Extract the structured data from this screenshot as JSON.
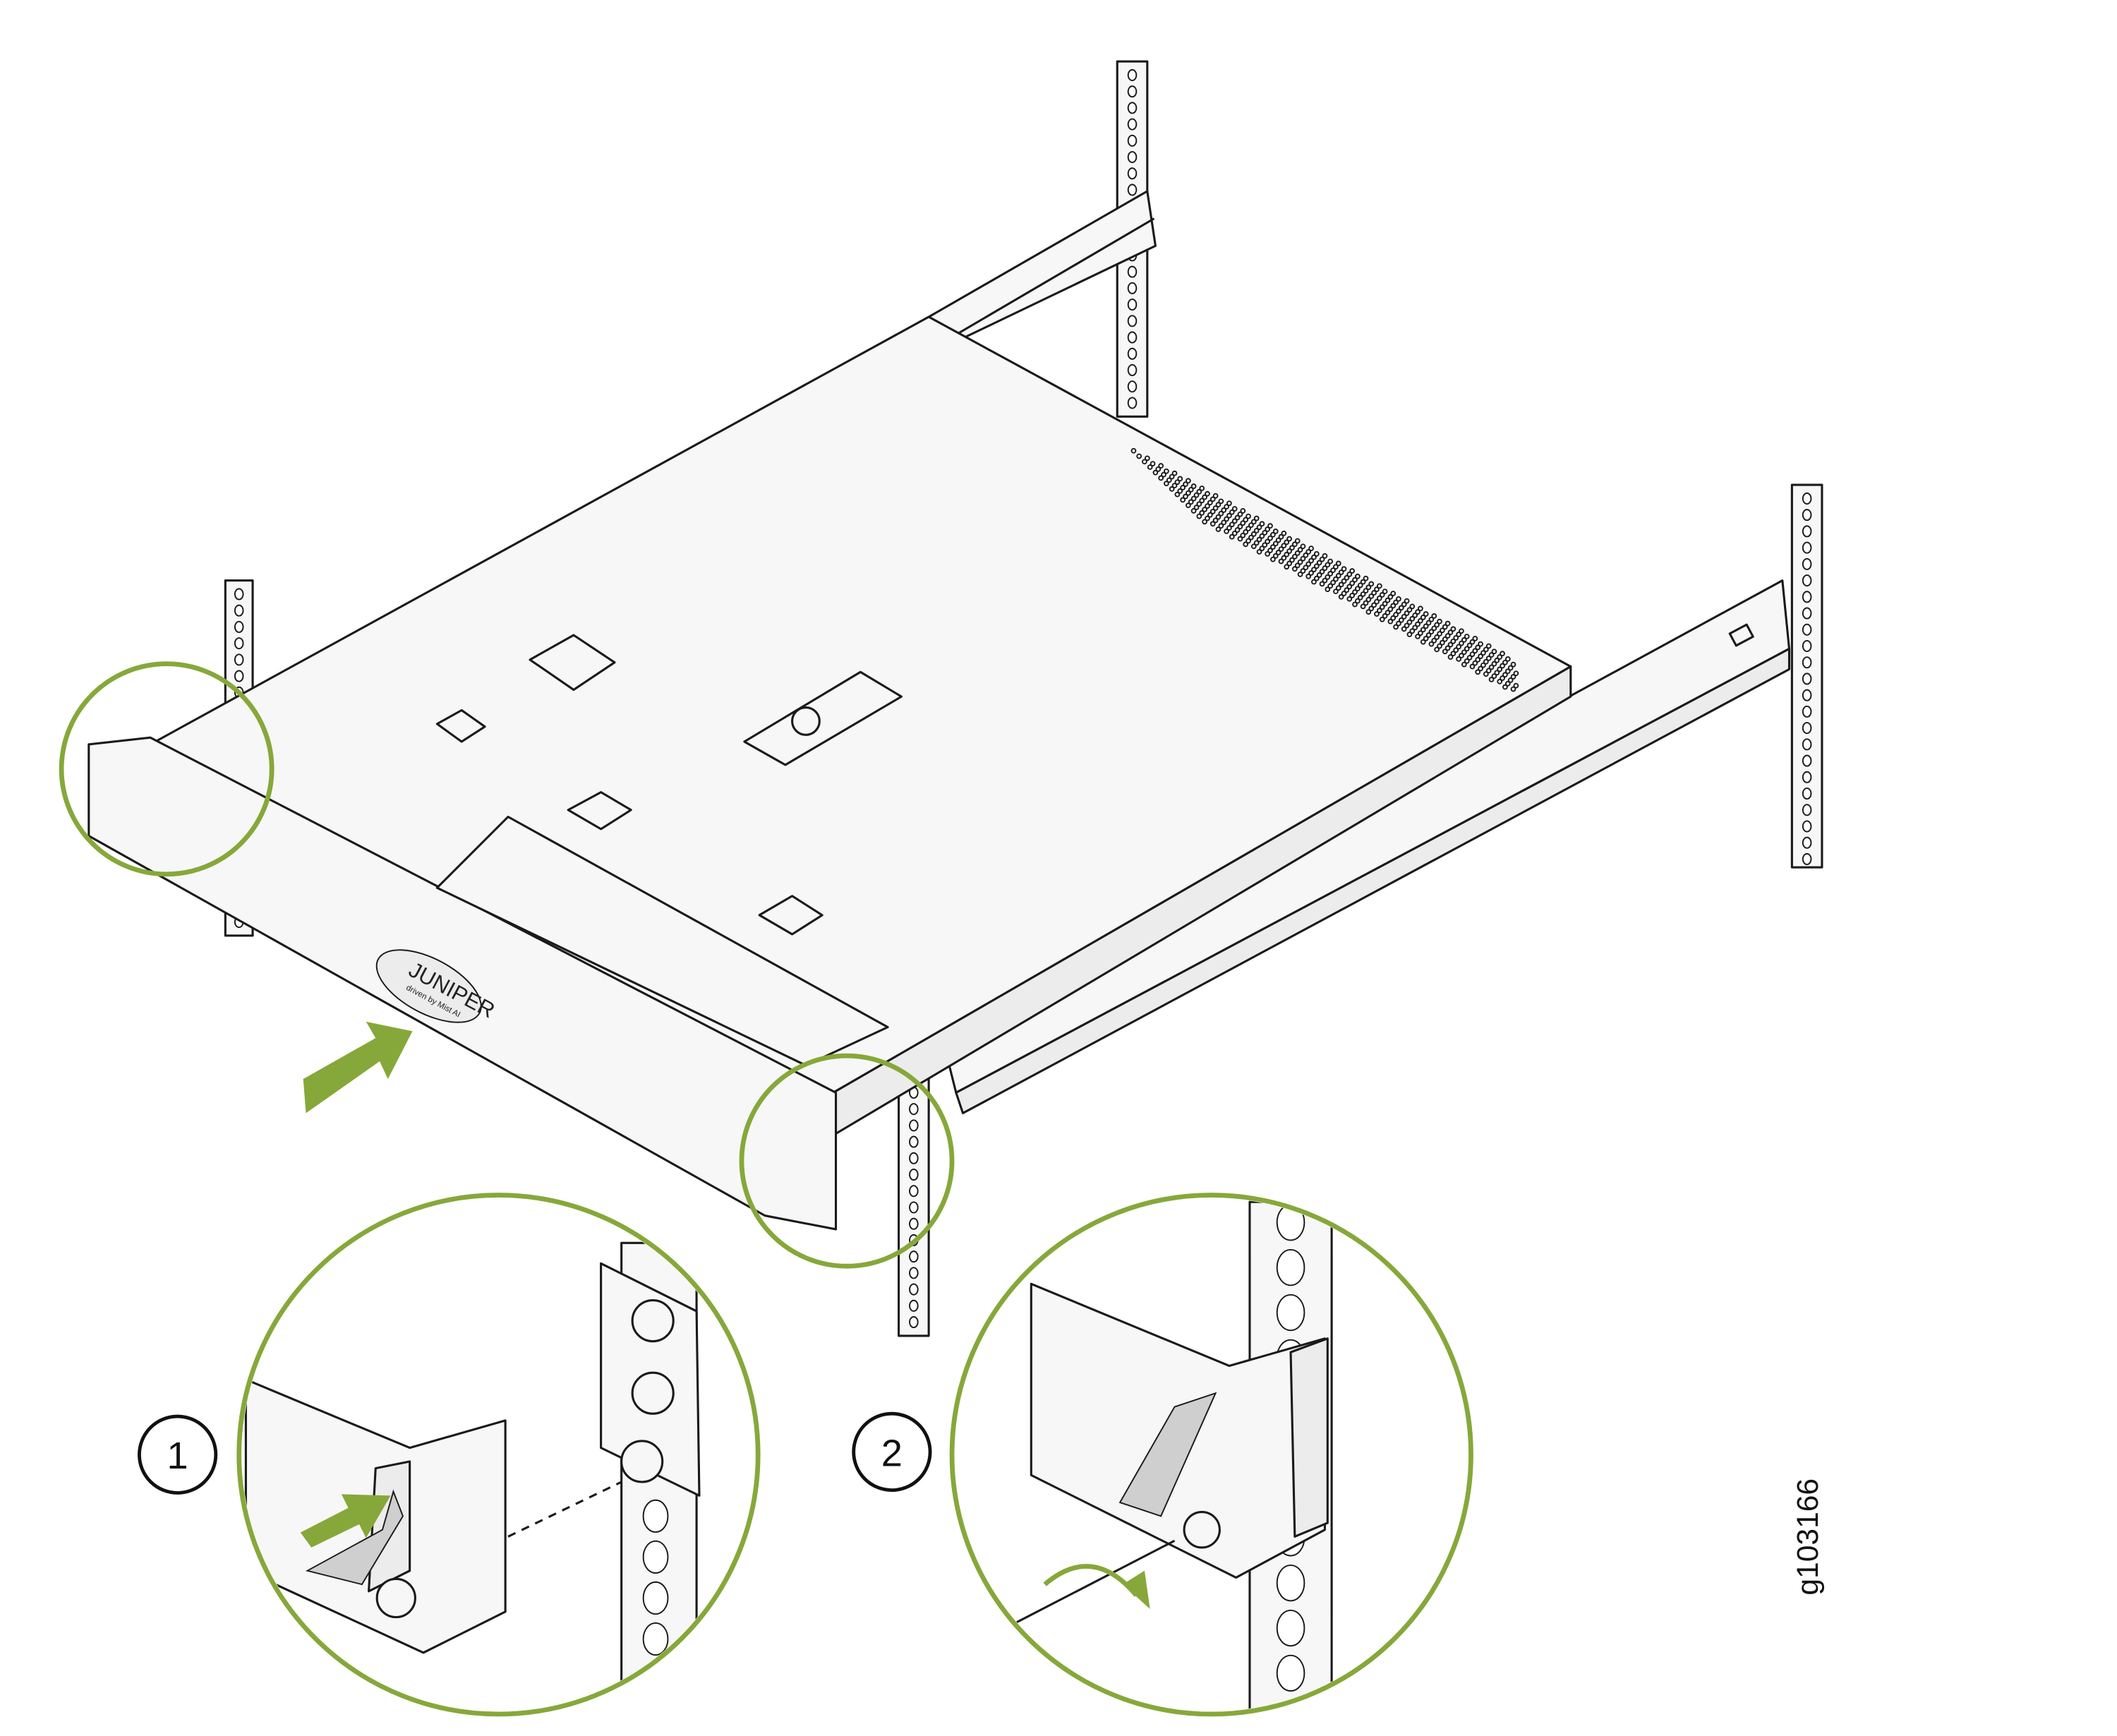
{
  "figure": {
    "figure_id": "g103166",
    "steps": [
      {
        "number": "1"
      },
      {
        "number": "2"
      }
    ],
    "logo": {
      "brand": "JUNIPER",
      "tagline": "driven by Mist AI"
    },
    "colors": {
      "accent_green": "#86a83a",
      "line": "#1a1a1a",
      "panel": "#f7f7f7"
    }
  }
}
